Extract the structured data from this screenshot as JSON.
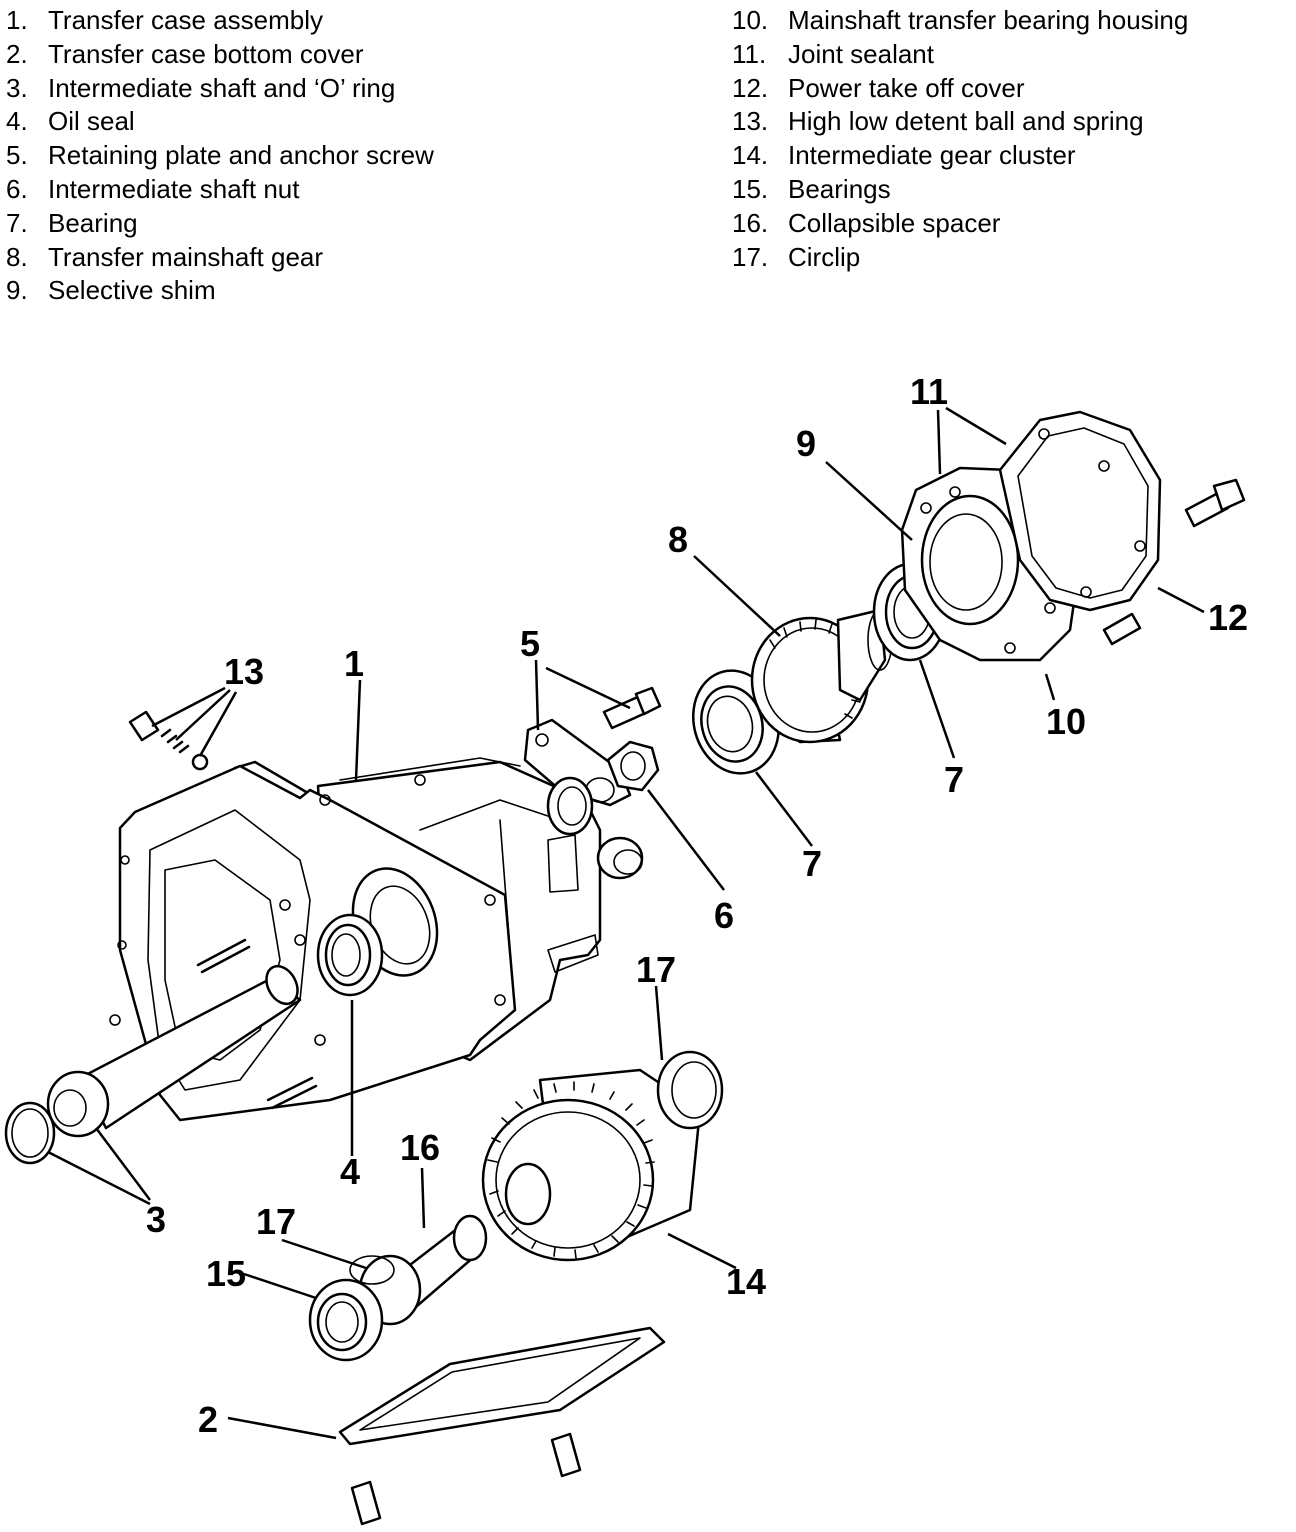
{
  "legend_left": [
    {
      "num": "1.",
      "text": "Transfer case assembly"
    },
    {
      "num": "2.",
      "text": "Transfer case bottom cover"
    },
    {
      "num": "3.",
      "text": "Intermediate shaft and ‘O’ ring"
    },
    {
      "num": "4.",
      "text": "Oil seal"
    },
    {
      "num": "5.",
      "text": "Retaining plate and anchor screw"
    },
    {
      "num": "6.",
      "text": "Intermediate shaft nut"
    },
    {
      "num": "7.",
      "text": "Bearing"
    },
    {
      "num": "8.",
      "text": "Transfer mainshaft gear"
    },
    {
      "num": "9.",
      "text": "Selective shim"
    }
  ],
  "legend_right": [
    {
      "num": "10.",
      "text": "Mainshaft transfer bearing housing"
    },
    {
      "num": "11.",
      "text": "Joint sealant"
    },
    {
      "num": "12.",
      "text": "Power take off cover"
    },
    {
      "num": "13.",
      "text": "High low detent ball and spring"
    },
    {
      "num": "14.",
      "text": "Intermediate gear cluster"
    },
    {
      "num": "15.",
      "text": "Bearings"
    },
    {
      "num": "16.",
      "text": "Collapsible spacer"
    },
    {
      "num": "17.",
      "text": "Circlip"
    }
  ],
  "callouts": {
    "c1": "1",
    "c2": "2",
    "c3": "3",
    "c4": "4",
    "c5": "5",
    "c6": "6",
    "c7a": "7",
    "c7b": "7",
    "c8": "8",
    "c9": "9",
    "c10": "10",
    "c11": "11",
    "c12": "12",
    "c13": "13",
    "c14": "14",
    "c15": "15",
    "c16": "16",
    "c17a": "17",
    "c17b": "17"
  }
}
